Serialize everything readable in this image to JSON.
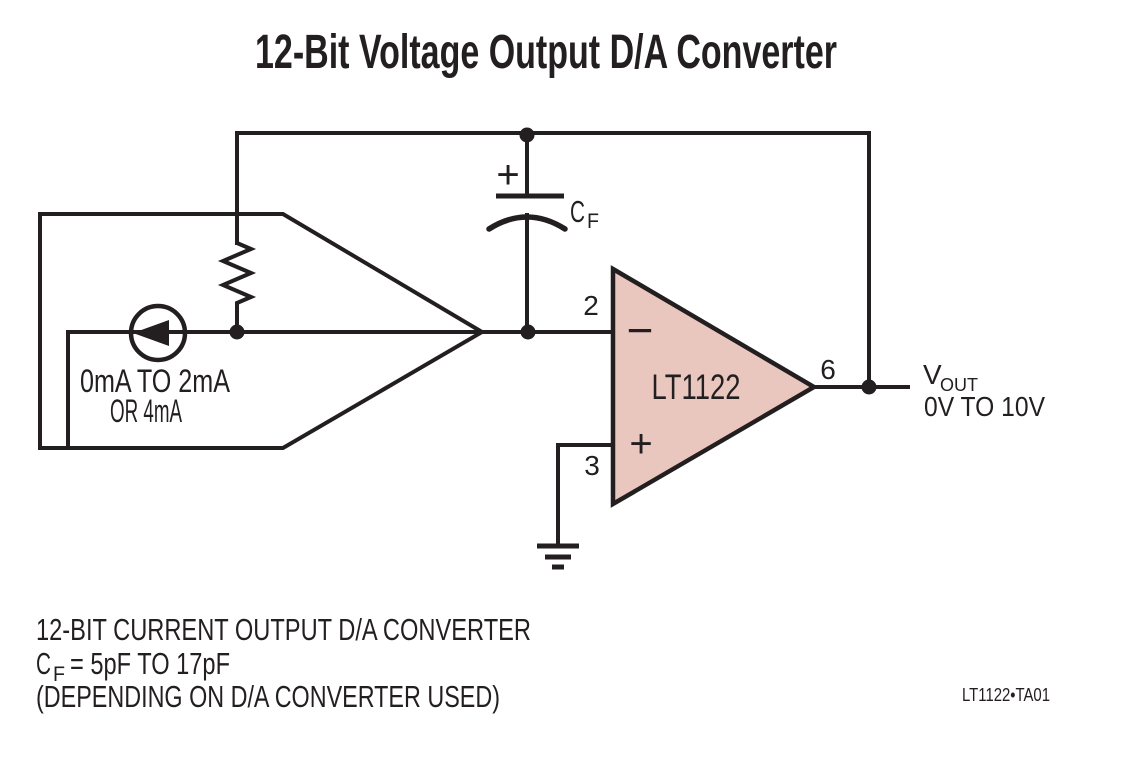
{
  "title": "12-Bit Voltage Output D/A Converter",
  "colors": {
    "ink": "#231f20",
    "opamp_fill": "#e9c7bf"
  },
  "dac": {
    "current_source_label_line1": "0mA TO 2mA",
    "current_source_label_line2": "OR 4mA"
  },
  "capacitor": {
    "polarity_sign": "+",
    "label": "C",
    "label_sub": "F"
  },
  "opamp": {
    "name": "LT1122",
    "inverting_sign": "−",
    "noninverting_sign": "+",
    "pin_inverting": "2",
    "pin_noninverting": "3",
    "pin_output": "6"
  },
  "output": {
    "label": "V",
    "label_sub": "OUT",
    "range": "0V TO 10V"
  },
  "notes": {
    "line1": "12-BIT CURRENT OUTPUT D/A CONVERTER",
    "line2_c": "C",
    "line2_sub": "F",
    "line2_rest": "= 5pF TO 17pF",
    "line3": "(DEPENDING ON D/A CONVERTER USED)"
  },
  "figure_tag": "LT1122•TA01"
}
